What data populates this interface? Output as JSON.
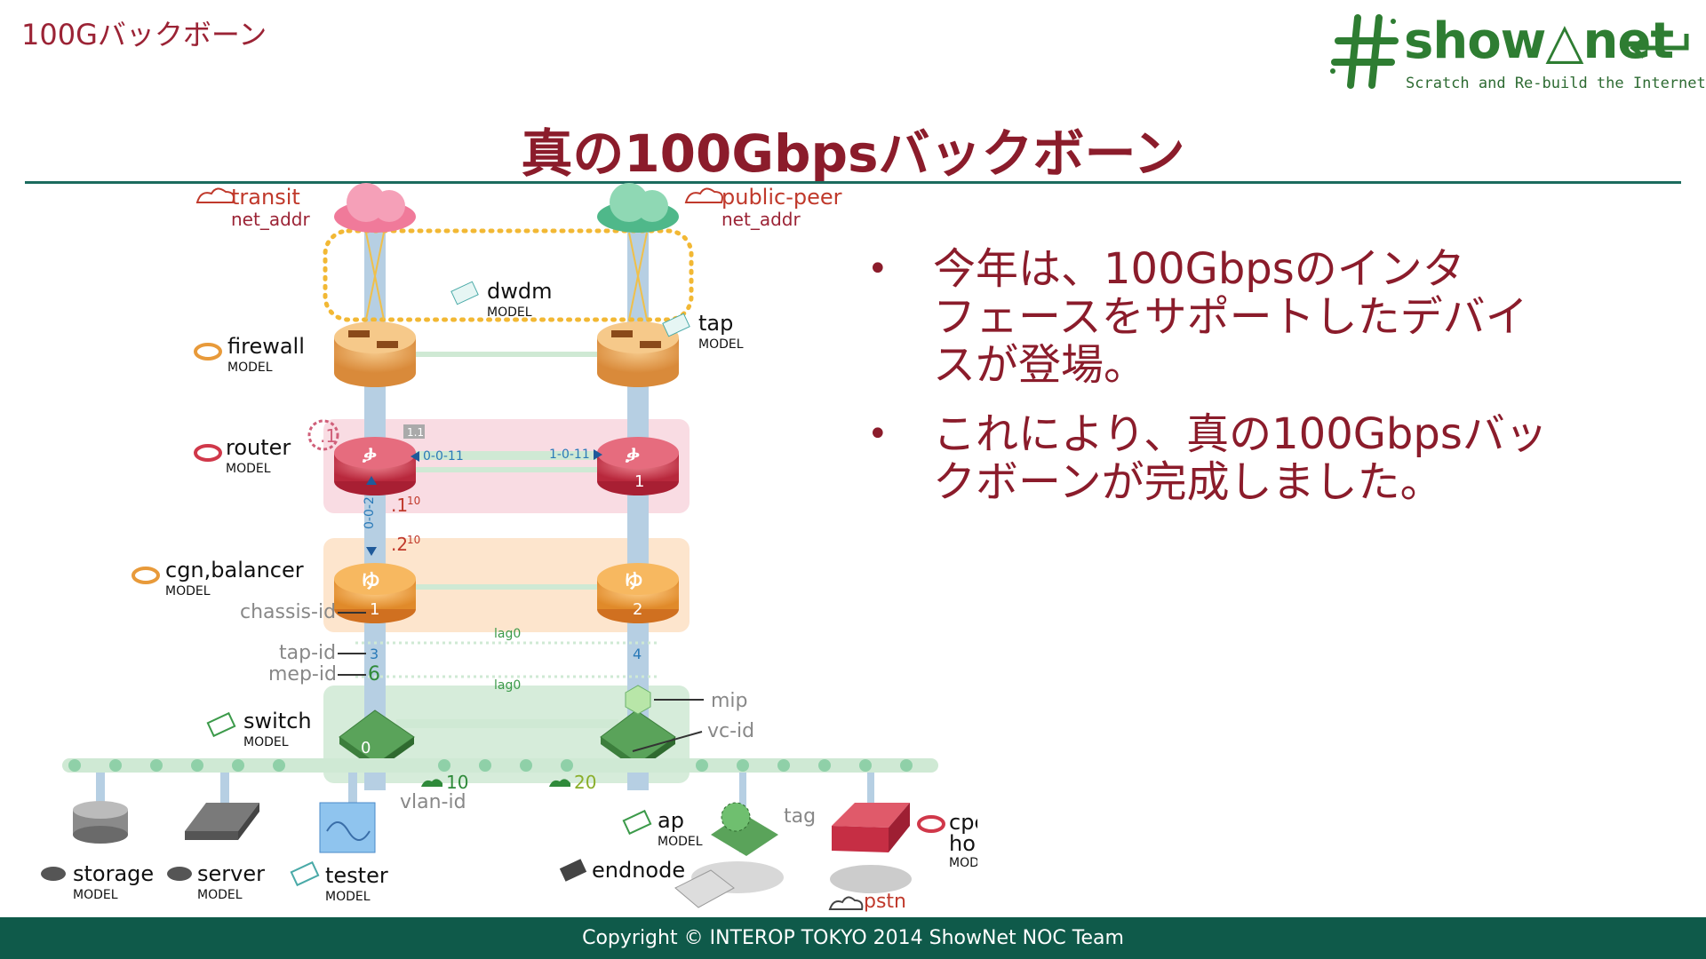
{
  "header": {
    "section_label": "100Gバックボーン",
    "title": "真の100Gbpsバックボーン"
  },
  "logo": {
    "name": "show△net",
    "tagline": "Scratch and Re-build the Internet"
  },
  "legend": {
    "transit": "transit",
    "transit_sub": "net_addr",
    "public_peer": "public-peer",
    "public_peer_sub": "net_addr",
    "dwdm": "dwdm",
    "tap": "tap",
    "firewall": "firewall",
    "router": "router",
    "cgn": "cgn,balancer",
    "switch": "switch",
    "storage": "storage",
    "server": "server",
    "tester": "tester",
    "ap": "ap",
    "endnode": "endnode",
    "cpe": "cpe,",
    "cpe2": "home-router",
    "pstn": "pstn",
    "model": "MODEL"
  },
  "annotations": {
    "chassis_id": "chassis-id",
    "tap_id": "tap-id",
    "mep_id": "mep-id",
    "mip": "mip",
    "vc_id": "vc-id",
    "vlan_id": "vlan-id",
    "tag": "tag",
    "lag0": "lag0",
    "port_left": "0-0-11",
    "port_right": "1-0-11",
    "port_vertical": "0-0-2",
    "badge": "1.1",
    "addr_1": ".1",
    "addr_1_sup": "10",
    "addr_2": ".2",
    "addr_2_sup": "10",
    "router_left_id": ".1",
    "router_right_id": "1",
    "cgn_left_id": "1",
    "cgn_right_id": "2",
    "tap_left_id": "3",
    "tap_right_id": "4",
    "mep_value": "6",
    "switch_id": "0",
    "vlan_10": "10",
    "vlan_20": "20"
  },
  "bullets": [
    {
      "line1": "今年は、100Gbpsのインタ",
      "line2": "フェースをサポートしたデバイ",
      "line3": "スが登場。"
    },
    {
      "line1": "これにより、真の100Gbpsバッ",
      "line2": "クボーンが完成しました。",
      "line3": ""
    }
  ],
  "footer": {
    "copyright": "Copyright © INTEROP TOKYO 2014 ShowNet NOC Team"
  },
  "colors": {
    "title": "#8b1c2b",
    "footer_bg": "#0f5a4a",
    "logo_green": "#2e7d32",
    "router_red": "#c9384a",
    "firewall_orange": "#e8a455",
    "switch_green": "#5aa35a",
    "link_blue": "#9fbfd9"
  }
}
